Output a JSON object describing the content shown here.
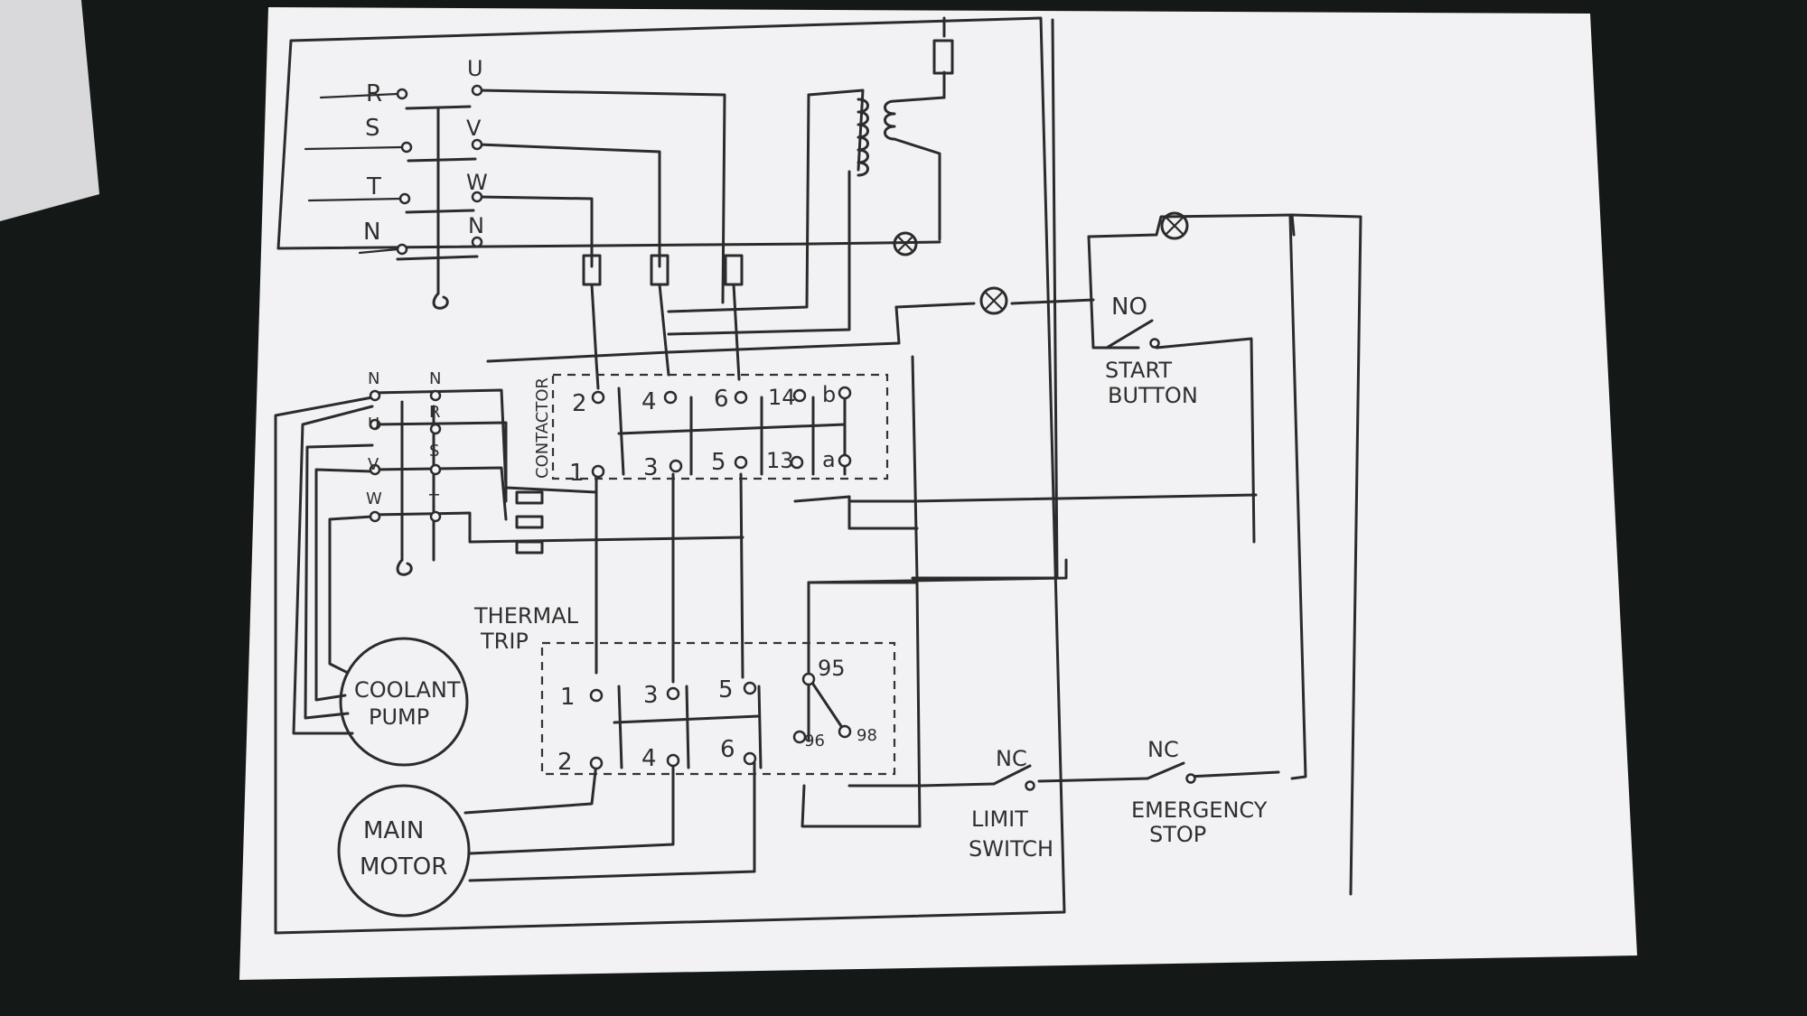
{
  "input_labels": [
    "R",
    "S",
    "T",
    "N"
  ],
  "output_labels": [
    "U",
    "V",
    "W",
    "N"
  ],
  "lower_left_labels": [
    "N",
    "U",
    "V",
    "W"
  ],
  "lower_right_labels": [
    "N",
    "R",
    "S",
    "T"
  ],
  "contactor": {
    "title": "CONTACTOR",
    "top_terminals": [
      "2",
      "4",
      "6",
      "14",
      "b"
    ],
    "bottom_terminals": [
      "1",
      "3",
      "5",
      "13",
      "a"
    ]
  },
  "thermal_trip": {
    "title_line1": "THERMAL",
    "title_line2": "TRIP",
    "top_terminals": [
      "1",
      "3",
      "5",
      "95"
    ],
    "bottom_terminals": [
      "2",
      "4",
      "6",
      "96",
      "98"
    ]
  },
  "start_button": {
    "state": "NO",
    "line1": "START",
    "line2": "BUTTON"
  },
  "limit_switch": {
    "state": "NC",
    "line1": "LIMIT",
    "line2": "SWITCH"
  },
  "emergency_stop": {
    "state": "NC",
    "line1": "EMERGENCY",
    "line2": "STOP"
  },
  "coolant_pump": {
    "line1": "COOLANT",
    "line2": "PUMP"
  },
  "main_motor": {
    "line1": "MAIN",
    "line2": "MOTOR"
  },
  "colors": {
    "paper": "#f2f2f4",
    "ink": "#2b2b2b",
    "background": "#141816"
  }
}
